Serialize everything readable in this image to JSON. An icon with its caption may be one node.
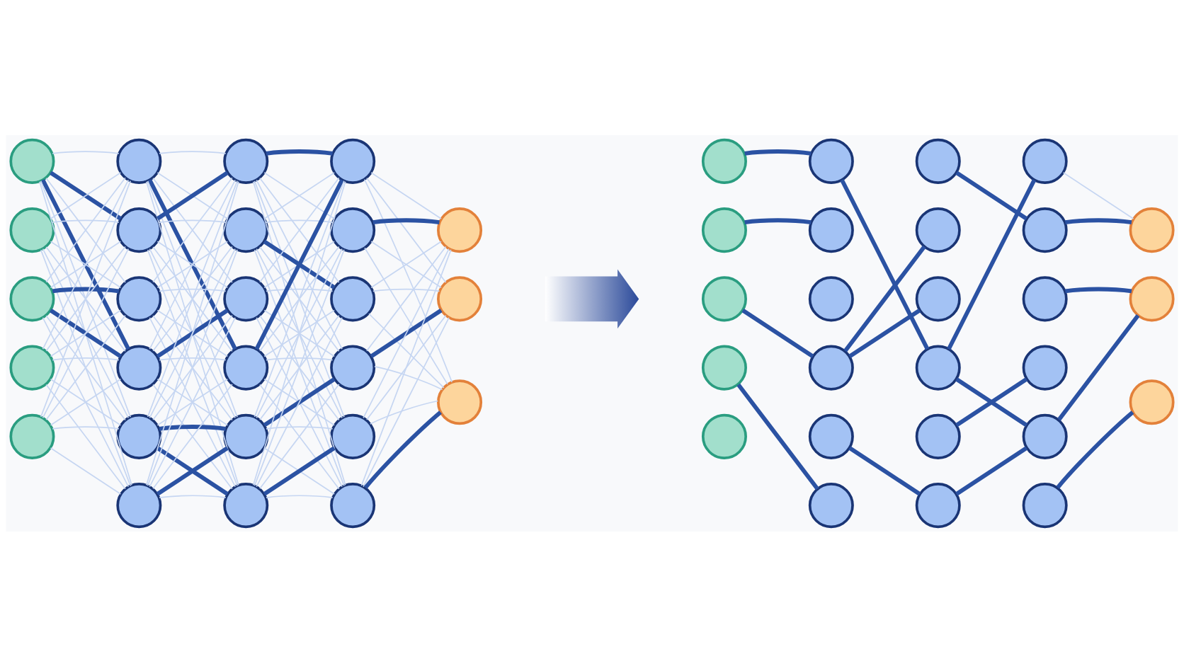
{
  "diagram": {
    "nodes": [
      {
        "text": [],
        "shape": "circle"
      },
      {
        "text": [],
        "shape": "circle"
      },
      {
        "text": [],
        "shape": "circle"
      },
      {
        "text": [],
        "shape": "circle"
      },
      {
        "text": [],
        "shape": "circle"
      },
      {
        "text": [],
        "shape": "circle"
      },
      {
        "text": [],
        "shape": "circle"
      },
      {
        "text": [],
        "shape": "circle"
      },
      {
        "text": [],
        "shape": "circle"
      },
      {
        "text": [],
        "shape": "circle"
      },
      {
        "text": [],
        "shape": "circle"
      },
      {
        "text": [],
        "shape": "circle"
      },
      {
        "text": [],
        "shape": "circle"
      },
      {
        "text": [],
        "shape": "circle"
      },
      {
        "text": [],
        "shape": "circle"
      },
      {
        "text": [],
        "shape": "circle"
      },
      {
        "text": [],
        "shape": "circle"
      },
      {
        "text": [],
        "shape": "circle"
      },
      {
        "text": [],
        "shape": "circle"
      },
      {
        "text": [],
        "shape": "circle"
      },
      {
        "text": [],
        "shape": "circle"
      },
      {
        "text": [],
        "shape": "circle"
      },
      {
        "text": [],
        "shape": "circle"
      },
      {
        "text": [],
        "shape": "circle"
      },
      {
        "text": [],
        "shape": "circle"
      },
      {
        "text": [],
        "shape": "circle"
      },
      {
        "text": [],
        "shape": "circle"
      },
      {
        "text": [],
        "shape": "circle"
      },
      {
        "text": [],
        "shape": "circle"
      },
      {
        "text": [],
        "shape": "circle"
      },
      {
        "text": [],
        "shape": "circle"
      },
      {
        "text": [],
        "shape": "circle"
      },
      {
        "text": [],
        "shape": "circle"
      },
      {
        "text": [],
        "shape": "circle"
      },
      {
        "text": [],
        "shape": "circle"
      },
      {
        "text": [],
        "shape": "circle"
      },
      {
        "text": [],
        "shape": "circle"
      },
      {
        "text": [],
        "shape": "circle"
      },
      {
        "text": [],
        "shape": "circle"
      },
      {
        "text": [],
        "shape": "circle"
      },
      {
        "text": [],
        "shape": "circle"
      },
      {
        "text": [],
        "shape": "circle"
      },
      {
        "text": [],
        "shape": "circle"
      },
      {
        "text": [],
        "shape": "circle"
      },
      {
        "text": [],
        "shape": "circle"
      },
      {
        "text": [],
        "shape": "circle"
      },
      {
        "text": [],
        "shape": "circle"
      },
      {
        "text": [],
        "shape": "circle"
      },
      {
        "text": [],
        "shape": "circle"
      },
      {
        "text": [],
        "shape": "circle"
      },
      {
        "text": [],
        "shape": "circle"
      },
      {
        "text": [],
        "shape": "circle"
      },
      {
        "text": [],
        "shape": "arrow"
      }
    ],
    "edges": [
      {
        "from": 0,
        "to": 5,
        "arrow": "none"
      },
      {
        "from": 0,
        "to": 6,
        "arrow": "none",
        "style": "thick",
        "color": "#2b52a3"
      },
      {
        "from": 0,
        "to": 7,
        "arrow": "none"
      },
      {
        "from": 0,
        "to": 8,
        "arrow": "none",
        "style": "thick",
        "color": "#2b52a3"
      },
      {
        "from": 0,
        "to": 9,
        "arrow": "none"
      },
      {
        "from": 0,
        "to": 10,
        "arrow": "none"
      },
      {
        "from": 1,
        "to": 5,
        "arrow": "none"
      },
      {
        "from": 1,
        "to": 6,
        "arrow": "none"
      },
      {
        "from": 1,
        "to": 7,
        "arrow": "none"
      },
      {
        "from": 1,
        "to": 8,
        "arrow": "none"
      },
      {
        "from": 1,
        "to": 9,
        "arrow": "none"
      },
      {
        "from": 1,
        "to": 10,
        "arrow": "none"
      },
      {
        "from": 2,
        "to": 5,
        "arrow": "none"
      },
      {
        "from": 2,
        "to": 6,
        "arrow": "none"
      },
      {
        "from": 2,
        "to": 7,
        "arrow": "none",
        "style": "thick",
        "color": "#2b52a3"
      },
      {
        "from": 2,
        "to": 8,
        "arrow": "none",
        "style": "thick",
        "color": "#2b52a3"
      },
      {
        "from": 2,
        "to": 9,
        "arrow": "none"
      },
      {
        "from": 2,
        "to": 10,
        "arrow": "none"
      },
      {
        "from": 3,
        "to": 5,
        "arrow": "none"
      },
      {
        "from": 3,
        "to": 6,
        "arrow": "none"
      },
      {
        "from": 3,
        "to": 7,
        "arrow": "none"
      },
      {
        "from": 3,
        "to": 8,
        "arrow": "none"
      },
      {
        "from": 3,
        "to": 9,
        "arrow": "none"
      },
      {
        "from": 3,
        "to": 10,
        "arrow": "none"
      },
      {
        "from": 4,
        "to": 5,
        "arrow": "none"
      },
      {
        "from": 4,
        "to": 6,
        "arrow": "none"
      },
      {
        "from": 4,
        "to": 7,
        "arrow": "none"
      },
      {
        "from": 4,
        "to": 8,
        "arrow": "none"
      },
      {
        "from": 4,
        "to": 9,
        "arrow": "none"
      },
      {
        "from": 4,
        "to": 10,
        "arrow": "none"
      },
      {
        "from": 5,
        "to": 11,
        "arrow": "none"
      },
      {
        "from": 5,
        "to": 12,
        "arrow": "none"
      },
      {
        "from": 5,
        "to": 13,
        "arrow": "none"
      },
      {
        "from": 5,
        "to": 14,
        "arrow": "none",
        "style": "thick",
        "color": "#2b52a3"
      },
      {
        "from": 5,
        "to": 15,
        "arrow": "none"
      },
      {
        "from": 5,
        "to": 16,
        "arrow": "none"
      },
      {
        "from": 6,
        "to": 11,
        "arrow": "none",
        "style": "thick",
        "color": "#2b52a3"
      },
      {
        "from": 6,
        "to": 12,
        "arrow": "none"
      },
      {
        "from": 6,
        "to": 13,
        "arrow": "none"
      },
      {
        "from": 6,
        "to": 14,
        "arrow": "none"
      },
      {
        "from": 6,
        "to": 15,
        "arrow": "none"
      },
      {
        "from": 6,
        "to": 16,
        "arrow": "none"
      },
      {
        "from": 7,
        "to": 11,
        "arrow": "none"
      },
      {
        "from": 7,
        "to": 12,
        "arrow": "none"
      },
      {
        "from": 7,
        "to": 13,
        "arrow": "none"
      },
      {
        "from": 7,
        "to": 14,
        "arrow": "none"
      },
      {
        "from": 7,
        "to": 15,
        "arrow": "none"
      },
      {
        "from": 7,
        "to": 16,
        "arrow": "none"
      },
      {
        "from": 8,
        "to": 11,
        "arrow": "none"
      },
      {
        "from": 8,
        "to": 12,
        "arrow": "none"
      },
      {
        "from": 8,
        "to": 13,
        "arrow": "none",
        "style": "thick",
        "color": "#2b52a3"
      },
      {
        "from": 8,
        "to": 14,
        "arrow": "none"
      },
      {
        "from": 8,
        "to": 15,
        "arrow": "none"
      },
      {
        "from": 8,
        "to": 16,
        "arrow": "none"
      },
      {
        "from": 9,
        "to": 11,
        "arrow": "none"
      },
      {
        "from": 9,
        "to": 12,
        "arrow": "none"
      },
      {
        "from": 9,
        "to": 13,
        "arrow": "none"
      },
      {
        "from": 9,
        "to": 14,
        "arrow": "none"
      },
      {
        "from": 9,
        "to": 15,
        "arrow": "none",
        "style": "thick",
        "color": "#2b52a3"
      },
      {
        "from": 9,
        "to": 16,
        "arrow": "none",
        "style": "thick",
        "color": "#2b52a3"
      },
      {
        "from": 10,
        "to": 11,
        "arrow": "none"
      },
      {
        "from": 10,
        "to": 12,
        "arrow": "none"
      },
      {
        "from": 10,
        "to": 13,
        "arrow": "none"
      },
      {
        "from": 10,
        "to": 14,
        "arrow": "none"
      },
      {
        "from": 10,
        "to": 15,
        "arrow": "none",
        "style": "thick",
        "color": "#2b52a3"
      },
      {
        "from": 10,
        "to": 16,
        "arrow": "none"
      },
      {
        "from": 11,
        "to": 17,
        "arrow": "none",
        "style": "thick",
        "color": "#2b52a3"
      },
      {
        "from": 11,
        "to": 18,
        "arrow": "none"
      },
      {
        "from": 11,
        "to": 19,
        "arrow": "none"
      },
      {
        "from": 11,
        "to": 20,
        "arrow": "none"
      },
      {
        "from": 11,
        "to": 21,
        "arrow": "none"
      },
      {
        "from": 11,
        "to": 22,
        "arrow": "none"
      },
      {
        "from": 12,
        "to": 17,
        "arrow": "none"
      },
      {
        "from": 12,
        "to": 18,
        "arrow": "none"
      },
      {
        "from": 12,
        "to": 19,
        "arrow": "none",
        "style": "thick",
        "color": "#2b52a3"
      },
      {
        "from": 12,
        "to": 20,
        "arrow": "none"
      },
      {
        "from": 12,
        "to": 21,
        "arrow": "none"
      },
      {
        "from": 12,
        "to": 22,
        "arrow": "none"
      },
      {
        "from": 13,
        "to": 17,
        "arrow": "none"
      },
      {
        "from": 13,
        "to": 18,
        "arrow": "none"
      },
      {
        "from": 13,
        "to": 19,
        "arrow": "none"
      },
      {
        "from": 13,
        "to": 20,
        "arrow": "none"
      },
      {
        "from": 13,
        "to": 21,
        "arrow": "none"
      },
      {
        "from": 13,
        "to": 22,
        "arrow": "none"
      },
      {
        "from": 14,
        "to": 17,
        "arrow": "none",
        "style": "thick",
        "color": "#2b52a3"
      },
      {
        "from": 14,
        "to": 18,
        "arrow": "none"
      },
      {
        "from": 14,
        "to": 19,
        "arrow": "none"
      },
      {
        "from": 14,
        "to": 20,
        "arrow": "none"
      },
      {
        "from": 14,
        "to": 21,
        "arrow": "none"
      },
      {
        "from": 14,
        "to": 22,
        "arrow": "none"
      },
      {
        "from": 15,
        "to": 17,
        "arrow": "none"
      },
      {
        "from": 15,
        "to": 18,
        "arrow": "none"
      },
      {
        "from": 15,
        "to": 19,
        "arrow": "none"
      },
      {
        "from": 15,
        "to": 20,
        "arrow": "none",
        "style": "thick",
        "color": "#2b52a3"
      },
      {
        "from": 15,
        "to": 21,
        "arrow": "none"
      },
      {
        "from": 15,
        "to": 22,
        "arrow": "none"
      },
      {
        "from": 16,
        "to": 17,
        "arrow": "none"
      },
      {
        "from": 16,
        "to": 18,
        "arrow": "none"
      },
      {
        "from": 16,
        "to": 19,
        "arrow": "none"
      },
      {
        "from": 16,
        "to": 20,
        "arrow": "none"
      },
      {
        "from": 16,
        "to": 21,
        "arrow": "none",
        "style": "thick",
        "color": "#2b52a3"
      },
      {
        "from": 16,
        "to": 22,
        "arrow": "none"
      },
      {
        "from": 17,
        "to": 23,
        "arrow": "none"
      },
      {
        "from": 17,
        "to": 24,
        "arrow": "none"
      },
      {
        "from": 17,
        "to": 25,
        "arrow": "none"
      },
      {
        "from": 18,
        "to": 23,
        "arrow": "none",
        "style": "thick",
        "color": "#2b52a3"
      },
      {
        "from": 18,
        "to": 24,
        "arrow": "none"
      },
      {
        "from": 18,
        "to": 25,
        "arrow": "none"
      },
      {
        "from": 19,
        "to": 23,
        "arrow": "none"
      },
      {
        "from": 19,
        "to": 24,
        "arrow": "none"
      },
      {
        "from": 19,
        "to": 25,
        "arrow": "none"
      },
      {
        "from": 20,
        "to": 23,
        "arrow": "none"
      },
      {
        "from": 20,
        "to": 24,
        "arrow": "none",
        "style": "thick",
        "color": "#2b52a3"
      },
      {
        "from": 20,
        "to": 25,
        "arrow": "none"
      },
      {
        "from": 21,
        "to": 23,
        "arrow": "none"
      },
      {
        "from": 21,
        "to": 24,
        "arrow": "none"
      },
      {
        "from": 21,
        "to": 25,
        "arrow": "none"
      },
      {
        "from": 22,
        "to": 23,
        "arrow": "none"
      },
      {
        "from": 22,
        "to": 24,
        "arrow": "none"
      },
      {
        "from": 22,
        "to": 25,
        "arrow": "none",
        "style": "thick",
        "color": "#2b52a3"
      },
      {
        "from": 26,
        "to": 31,
        "arrow": "none",
        "style": "thick",
        "color": "#2b52a3"
      },
      {
        "from": 27,
        "to": 32,
        "arrow": "none",
        "style": "thick",
        "color": "#2b52a3"
      },
      {
        "from": 28,
        "to": 34,
        "arrow": "none",
        "style": "thick",
        "color": "#2b52a3"
      },
      {
        "from": 29,
        "to": 36,
        "arrow": "none",
        "style": "thick",
        "color": "#2b52a3"
      },
      {
        "from": 31,
        "to": 40,
        "arrow": "none",
        "style": "thick",
        "color": "#2b52a3"
      },
      {
        "from": 34,
        "to": 38,
        "arrow": "none",
        "style": "thick",
        "color": "#2b52a3"
      },
      {
        "from": 34,
        "to": 39,
        "arrow": "none",
        "style": "thick",
        "color": "#2b52a3"
      },
      {
        "from": 35,
        "to": 42,
        "arrow": "none",
        "style": "thick",
        "color": "#2b52a3"
      },
      {
        "from": 37,
        "to": 44,
        "arrow": "none",
        "style": "thick",
        "color": "#2b52a3"
      },
      {
        "from": 40,
        "to": 43,
        "arrow": "none",
        "style": "thick",
        "color": "#2b52a3"
      },
      {
        "from": 40,
        "to": 47,
        "arrow": "none",
        "style": "thick",
        "color": "#2b52a3"
      },
      {
        "from": 41,
        "to": 46,
        "arrow": "none",
        "style": "thick",
        "color": "#2b52a3"
      },
      {
        "from": 42,
        "to": 47,
        "arrow": "none",
        "style": "thick",
        "color": "#2b52a3"
      },
      {
        "from": 43,
        "to": 49,
        "arrow": "none"
      },
      {
        "from": 44,
        "to": 49,
        "arrow": "none",
        "style": "thick",
        "color": "#2b52a3"
      },
      {
        "from": 45,
        "to": 50,
        "arrow": "none",
        "style": "thick",
        "color": "#2b52a3"
      },
      {
        "from": 47,
        "to": 50,
        "arrow": "none",
        "style": "thick",
        "color": "#2b52a3"
      },
      {
        "from": 48,
        "to": 51,
        "arrow": "none",
        "style": "thick",
        "color": "#2b52a3"
      }
    ]
  }
}
